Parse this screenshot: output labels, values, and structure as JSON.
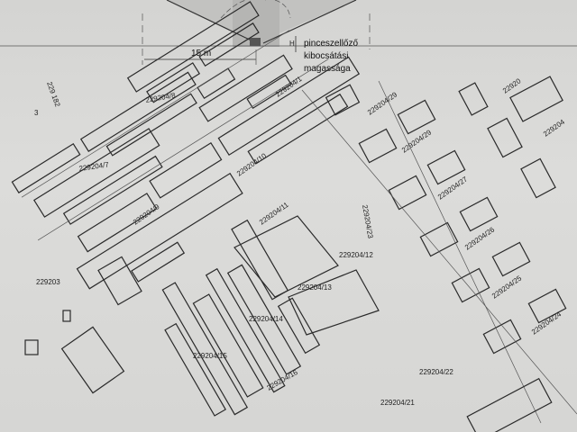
{
  "diagram": {
    "distance_label": "15 m",
    "height_symbol": "H",
    "vent_label_lines": [
      "pinceszellőző",
      "kibocsátási",
      "magassága"
    ]
  },
  "parcels": [
    {
      "id": "p1",
      "label": "229 182"
    },
    {
      "id": "p2",
      "label": "229204/8"
    },
    {
      "id": "p3",
      "label": "229204/1"
    },
    {
      "id": "p4",
      "label": "229204/29"
    },
    {
      "id": "p5",
      "label": "229204/29"
    },
    {
      "id": "p6",
      "label": "229204/7"
    },
    {
      "id": "p7",
      "label": "229204/10"
    },
    {
      "id": "p8",
      "label": "229204/27"
    },
    {
      "id": "p9",
      "label": "229204/9"
    },
    {
      "id": "p10",
      "label": "229204/11"
    },
    {
      "id": "p11",
      "label": "229204/23"
    },
    {
      "id": "p12",
      "label": "229204/26"
    },
    {
      "id": "p13",
      "label": "229204/12"
    },
    {
      "id": "p14",
      "label": "229203"
    },
    {
      "id": "p15",
      "label": "229204/13"
    },
    {
      "id": "p16",
      "label": "229204/25"
    },
    {
      "id": "p17",
      "label": "229204/14"
    },
    {
      "id": "p18",
      "label": "229204/24"
    },
    {
      "id": "p19",
      "label": "229204/15"
    },
    {
      "id": "p20",
      "label": "229204/16"
    },
    {
      "id": "p21",
      "label": "229204/22"
    },
    {
      "id": "p22",
      "label": "229204/21"
    },
    {
      "id": "p23",
      "label": "22920"
    },
    {
      "id": "p24",
      "label": "229204"
    },
    {
      "id": "p25",
      "label": "3"
    }
  ]
}
